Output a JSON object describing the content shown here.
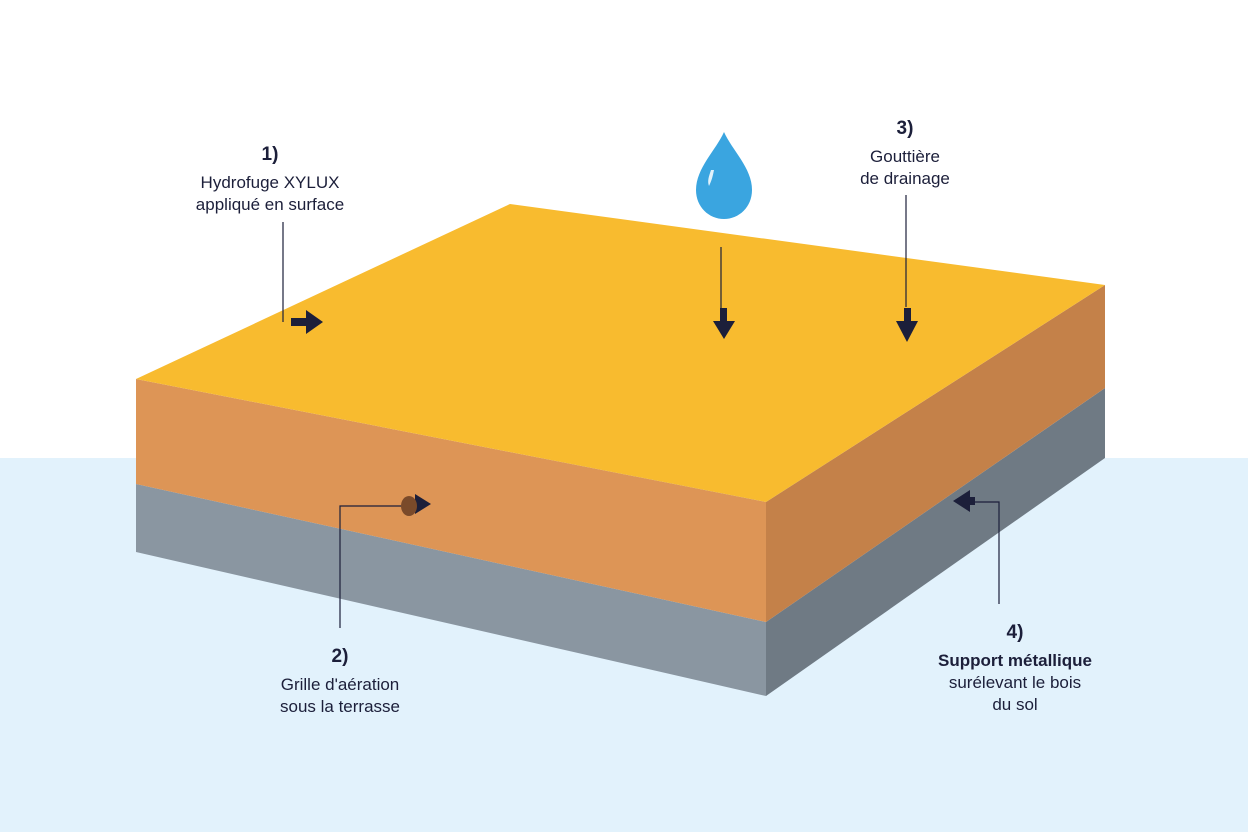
{
  "colors": {
    "background_top": "#ffffff",
    "background_bottom": "#e2f2fc",
    "deck_top": "#f8bb2f",
    "deck_front": "#dd9556",
    "deck_right": "#c48149",
    "support_front": "#8a96a1",
    "support_right": "#6f7a84",
    "arrow": "#1c1f3a",
    "water_drop": "#3aa5e0",
    "vent_hole": "#7a4a2a"
  },
  "icons": {
    "drop": "water-drop-icon",
    "arrow": "arrow-icon",
    "vent": "vent-hole-icon"
  },
  "labels": {
    "one": {
      "number": "1)",
      "line1": "Hydrofuge XYLUX",
      "line2": "appliqué en surface"
    },
    "two": {
      "number": "2)",
      "line1": "Grille d'aération",
      "line2": "sous la terrasse"
    },
    "three": {
      "number": "3)",
      "line1": "Gouttière",
      "line2": "de drainage"
    },
    "four": {
      "number": "4)",
      "line1": "Support métallique",
      "line2": "surélevant le bois",
      "line3": "du sol"
    }
  }
}
